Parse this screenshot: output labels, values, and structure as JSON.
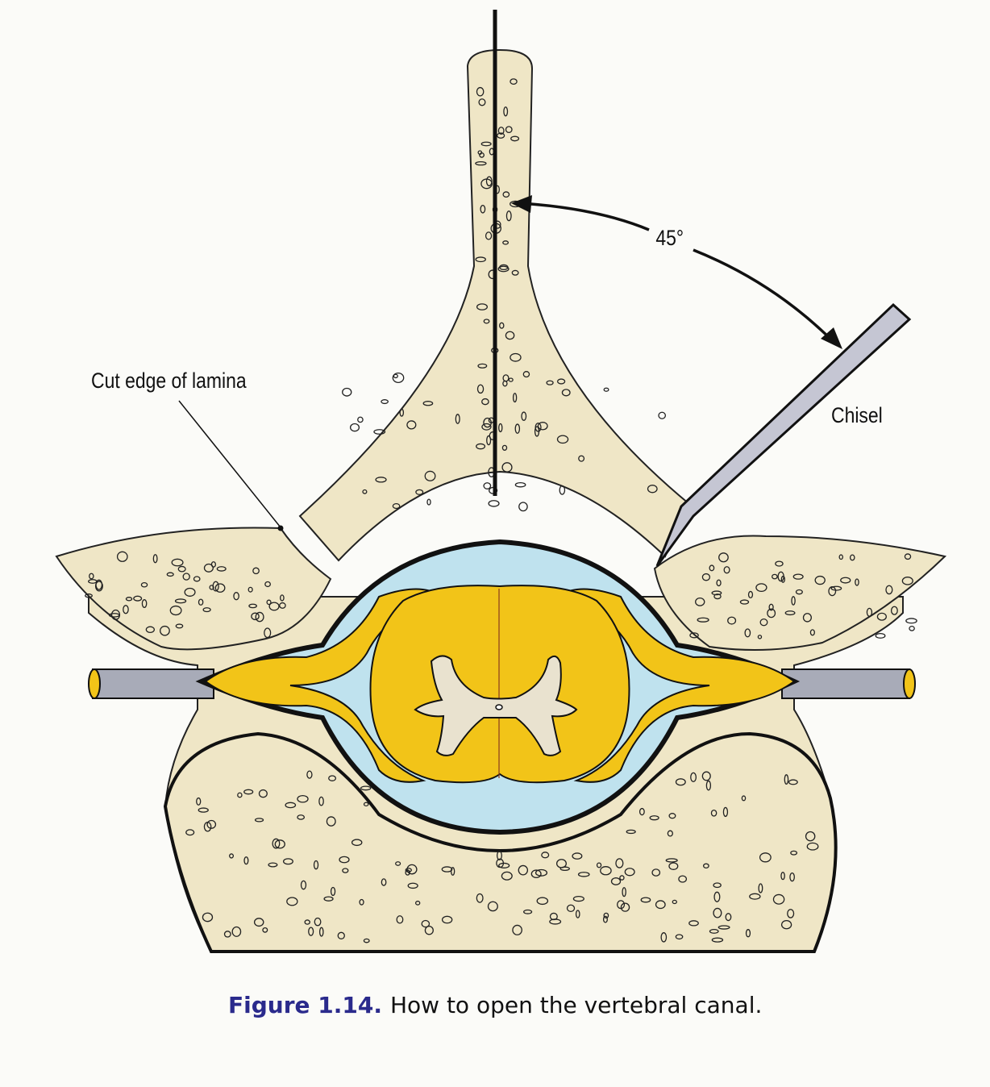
{
  "labels": {
    "cut_edge": "Cut edge of lamina",
    "angle": "45°",
    "chisel": "Chisel"
  },
  "caption": {
    "figure_number": "Figure 1.14.",
    "text": "How to open the vertebral canal."
  },
  "colors": {
    "bone": "#efe6c6",
    "cord": "#f2c418",
    "csf": "#bfe2ee",
    "nerve": "#a8abb8",
    "gray_matter": "#e9e2cf",
    "caption_blue": "#2a2a8c"
  }
}
